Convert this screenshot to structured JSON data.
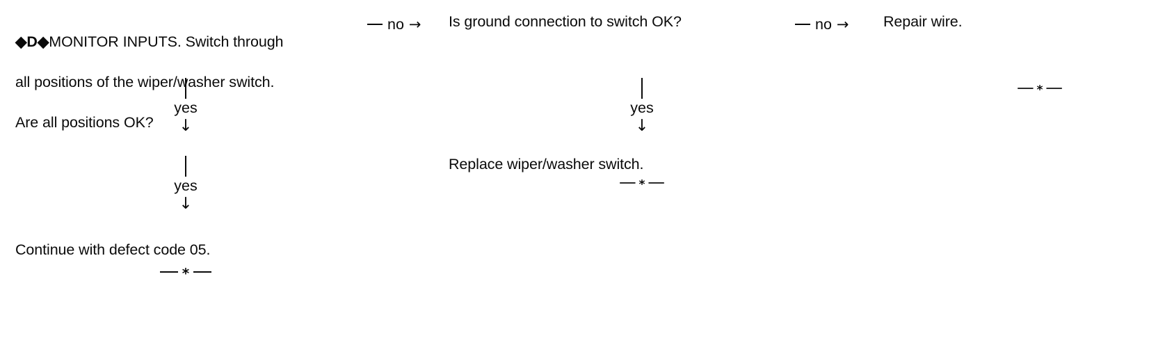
{
  "page": {
    "kind": "troubleshooting-flowchart",
    "background_color": "#ffffff",
    "text_color": "#0a0a0a"
  },
  "flow": {
    "step_1": {
      "marker": "♦D♦",
      "title": "MONITOR INPUTS.",
      "text": "♦D♦MONITOR INPUTS. Switch through\nall positions of the wiper/washer switch.\nAre all positions OK?",
      "lines": [
        "♦D♦MONITOR INPUTS. Switch through",
        "all positions of the wiper/washer switch.",
        "Are all positions OK?"
      ]
    },
    "step_1_to_2_connector": {
      "label": "no",
      "arrow": "→"
    },
    "step_2": {
      "text": "Is ground connection to switch OK?"
    },
    "step_2_to_3_connector": {
      "label": "no",
      "arrow": "→"
    },
    "step_3": {
      "text": "Repair wire."
    },
    "branch_col1_first": {
      "label": "yes",
      "arrow": "↓"
    },
    "branch_col1_second": {
      "label": "yes",
      "arrow": "↓"
    },
    "step_1_outcome": {
      "text": "Continue with defect code 05."
    },
    "branch_col2": {
      "label": "yes",
      "arrow": "↓"
    },
    "step_2_outcome": {
      "text": "Replace wiper/washer switch."
    },
    "end_markers": {
      "star": "*",
      "col1_label": "— * —",
      "col2_label": "— * —",
      "col3_label": "— * —"
    }
  }
}
